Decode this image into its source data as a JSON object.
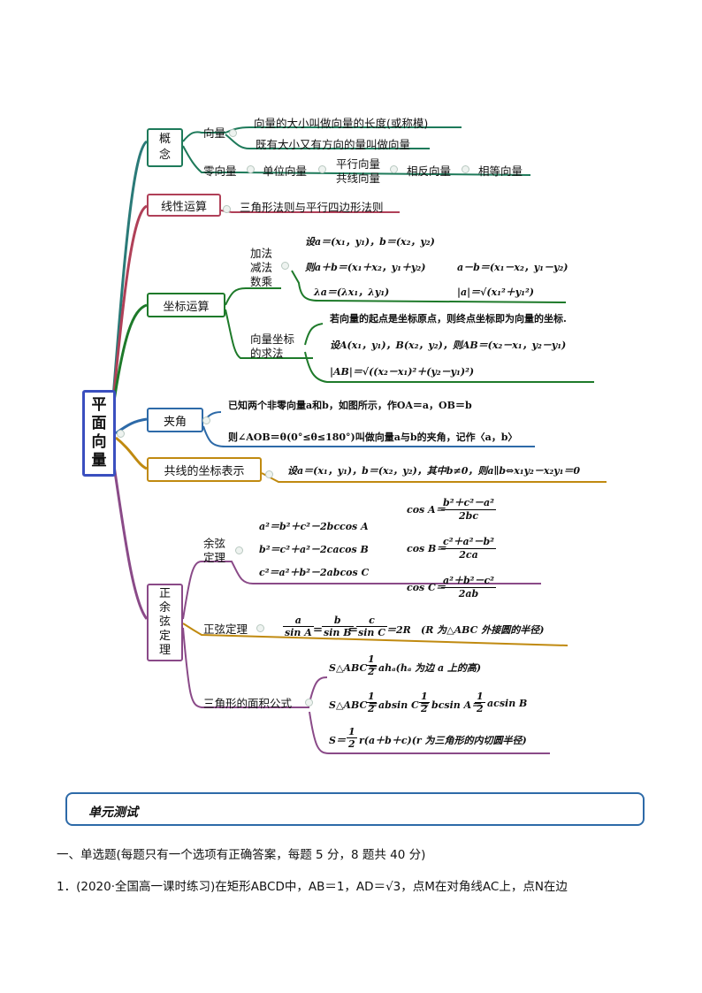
{
  "root": {
    "chars": [
      "平",
      "面",
      "向",
      "量"
    ]
  },
  "concept": {
    "box": "概\n念",
    "vector": "向量",
    "def1": "向量的大小叫做向量的长度(或称模)",
    "def2": "既有大小又有方向的量叫做向量",
    "kinds": [
      "零向量",
      "单位向量",
      "平行向量",
      "共线向量",
      "相反向量",
      "相等向量"
    ]
  },
  "linear": {
    "box": "线性运算",
    "rule": "三角形法则与平行四边形法则"
  },
  "coord": {
    "box": "坐标运算",
    "ops_label": [
      "加法",
      "减法",
      "数乘"
    ],
    "set": "设a＝(x₁，y₁)，b＝(x₂，y₂)",
    "add": "则a＋b＝(x₁＋x₂，y₁＋y₂)",
    "sub": "a－b＝(x₁－x₂，y₁－y₂)",
    "scal": "λa＝(λx₁，λy₁)",
    "mod": "|a|＝√(x₁²＋y₁²)",
    "find_label": [
      "向量坐标",
      "的求法"
    ],
    "origin": "若向量的起点是坐标原点，则终点坐标即为向量的坐标.",
    "ab": "设A(x₁，y₁)，B(x₂，y₂)，则AB＝(x₂－x₁，y₂－y₁)",
    "abmod": "|AB|＝√((x₂－x₁)²＋(y₂－y₁)²)"
  },
  "angle": {
    "box": "夹角",
    "l1": "已知两个非零向量a和b，如图所示，作OA＝a，OB＝b",
    "l2": "则∠AOB＝θ(0°≤θ≤180°)叫做向量a与b的夹角，记作〈a，b〉"
  },
  "collinear": {
    "box": "共线的坐标表示",
    "text": "设a＝(x₁，y₁)，b＝(x₂，y₂)，其中b≠0，则a∥b⇔x₁y₂－x₂y₁＝0"
  },
  "trig": {
    "box": "正\n余\n弦\n定\n理",
    "cos_label": [
      "余弦",
      "定理"
    ],
    "cos1": "a²＝b²＋c²－2bccos A",
    "cos2": "b²＝c²＋a²－2cacos B",
    "cos3": "c²＝a²＋b²－2abcos C",
    "cosA": {
      "lhs": "cos A＝",
      "num": "b²＋c²－a²",
      "den": "2bc"
    },
    "cosB": {
      "lhs": "cos B＝",
      "num": "c²＋a²－b²",
      "den": "2ca"
    },
    "cosC": {
      "lhs": "cos C＝",
      "num": "a²＋b²－c²",
      "den": "2ab"
    },
    "sin_label": "正弦定理",
    "sin": {
      "a": "a",
      "sa": "sin A",
      "b": "b",
      "sb": "sin B",
      "c": "c",
      "sc": "sin C",
      "rhs": "＝2R",
      "note": "(R 为△ABC 外接圆的半径)"
    },
    "area_label": "三角形的面积公式",
    "area1": {
      "lhs": "S△ABC＝",
      "one": "1",
      "two": "2",
      "rest": "ahₐ(hₐ 为边 a 上的高)"
    },
    "area2": {
      "lhs": "S△ABC＝",
      "r1": "absin C＝",
      "r2": "bcsin A＝",
      "r3": "acsin B"
    },
    "area3": {
      "lhs": "S＝",
      "rest": "r(a＋b＋c)(r 为三角形的内切圆半径)"
    }
  },
  "unit": {
    "title": "单元测试"
  },
  "section": "一、单选题(每题只有一个选项有正确答案，每题 5 分，8 题共 40 分)",
  "q1": "1．(2020·全国高一课时练习)在矩形ABCD中，AB＝1，AD＝√3，点M在对角线AC上，点N在边",
  "colors": {
    "teal": "#1e7a5a",
    "green": "#2e9a3a",
    "crimson": "#b04058",
    "gold": "#c08a10",
    "purple": "#8a4a88",
    "blue": "#3a4fbf"
  }
}
